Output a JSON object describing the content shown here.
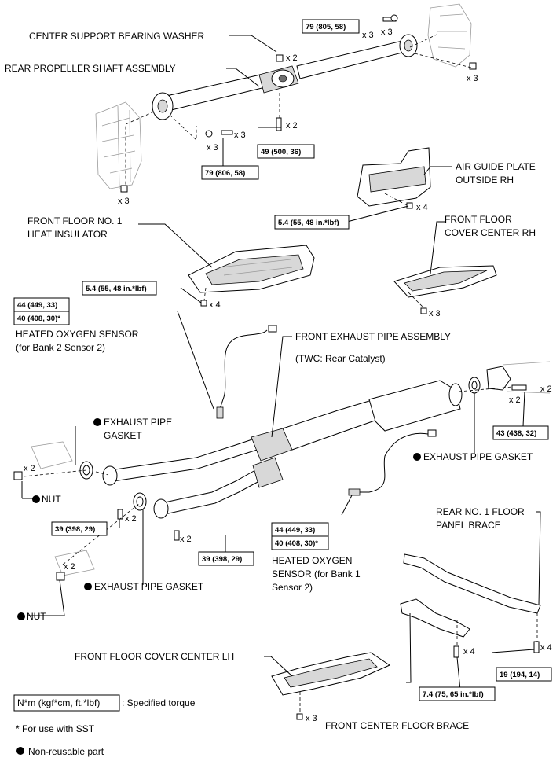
{
  "labels": {
    "center_support_bearing_washer": "CENTER SUPPORT BEARING WASHER",
    "rear_propeller_shaft_assembly": "REAR PROPELLER SHAFT ASSEMBLY",
    "air_guide_plate_1": "AIR GUIDE PLATE",
    "air_guide_plate_2": "OUTSIDE RH",
    "front_floor_no1_heat_insulator_1": "FRONT FLOOR NO. 1",
    "front_floor_no1_heat_insulator_2": "HEAT INSULATOR",
    "front_floor_cover_center_rh_1": "FRONT FLOOR",
    "front_floor_cover_center_rh_2": "COVER CENTER RH",
    "heated_oxygen_sensor_b2_1": "HEATED OXYGEN SENSOR",
    "heated_oxygen_sensor_b2_2": "(for Bank 2 Sensor 2)",
    "front_exhaust_pipe_assembly": "FRONT EXHAUST PIPE ASSEMBLY",
    "twc_rear_catalyst": "(TWC: Rear Catalyst)",
    "exhaust_pipe_gasket_left_1": "EXHAUST PIPE",
    "exhaust_pipe_gasket_left_2": "GASKET",
    "exhaust_pipe_gasket_right": "EXHAUST PIPE GASKET",
    "exhaust_pipe_gasket_lower": "EXHAUST PIPE GASKET",
    "nut_upper": "NUT",
    "nut_lower": "NUT",
    "rear_no1_floor_panel_brace_1": "REAR NO. 1 FLOOR",
    "rear_no1_floor_panel_brace_2": "PANEL BRACE",
    "heated_oxygen_sensor_b1_1": "HEATED OXYGEN",
    "heated_oxygen_sensor_b1_2": "SENSOR (for Bank 1",
    "heated_oxygen_sensor_b1_3": "Sensor 2)",
    "front_floor_cover_center_lh": "FRONT FLOOR COVER CENTER LH",
    "front_center_floor_brace": "FRONT CENTER FLOOR BRACE"
  },
  "torques": {
    "t_79_805": "79 (805, 58)",
    "t_49_500": "49 (500, 36)",
    "t_79_806": "79 (806, 58)",
    "t_54_air_guide": "5.4 (55, 48 in.*lbf)",
    "t_54_insulator": "5.4 (55, 48 in.*lbf)",
    "t_44_b2": "44 (449, 33)",
    "t_40_b2": "40 (408, 30)*",
    "t_43_438": "43 (438, 32)",
    "t_39_left": "39 (398, 29)",
    "t_39_lower": "39 (398, 29)",
    "t_44_b1": "44 (449, 33)",
    "t_40_b1": "40 (408, 30)*",
    "t_74_brace": "7.4 (75, 65 in.*lbf)",
    "t_19_194": "19 (194, 14)"
  },
  "quantities": {
    "q_x3_bolt_top": "x 3",
    "q_x3_washer_top": "x 3",
    "q_x2_bearing_washer": "x 2",
    "q_x3_right_nut": "x 3",
    "q_x2_center_bolt": "x 2",
    "q_x3_left_bolt": "x 3",
    "q_x3_left_washer": "x 3",
    "q_x3_left_nut": "x 3",
    "q_x4_air_guide": "x 4",
    "q_x3_cover_rh": "x 3",
    "q_x4_insulator": "x 4",
    "q_x2_flange_bolt": "x 2",
    "q_x2_flange_spring": "x 2",
    "q_x2_nut_upper": "x 2",
    "q_x2_stud_left": "x 2",
    "q_x2_stud_lower": "x 2",
    "q_x2_nut_lower": "x 2",
    "q_x4_center_brace": "x 4",
    "q_x4_rear_brace": "x 4",
    "q_x3_cover_lh": "x 3"
  },
  "legend": {
    "torque_unit": "N*m (kgf*cm, ft.*lbf)",
    "torque_desc": ": Specified torque",
    "sst_note": "* For use with SST",
    "non_reusable": "Non-reusable part"
  }
}
